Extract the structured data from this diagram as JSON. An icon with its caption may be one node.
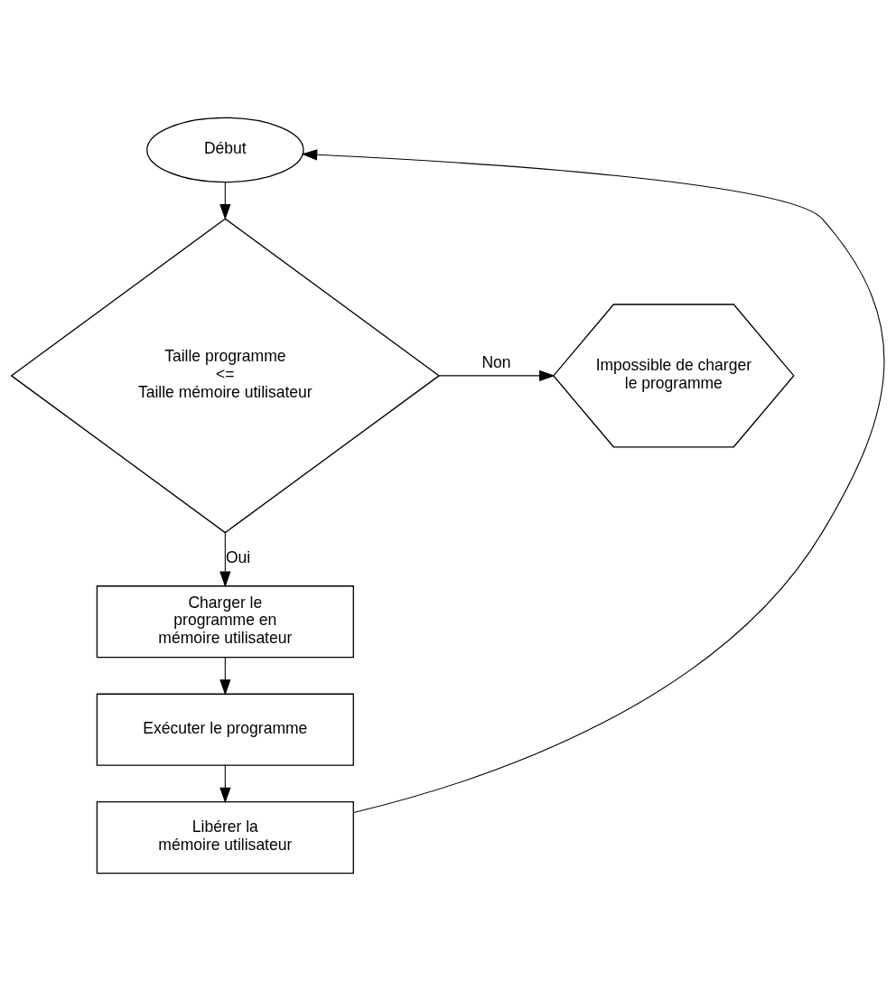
{
  "diagram": {
    "nodes": [
      {
        "text": [
          "Début"
        ]
      },
      {
        "text": [
          "Taille programme <= Taille mémoire utilisateur"
        ]
      },
      {
        "text": [
          "Impossible de charger le programme"
        ]
      },
      {
        "text": [
          "Charger le programme en mémoire utilisateur"
        ]
      },
      {
        "text": [
          "Exécuter le programme"
        ]
      },
      {
        "text": [
          "Libérer la mémoire utilisateur"
        ]
      }
    ],
    "edges": [
      {
        "from": 0,
        "to": 1,
        "arrow": "to"
      },
      {
        "from": 1,
        "to": 2,
        "arrow": "to",
        "label": "Non"
      },
      {
        "from": 1,
        "to": 3,
        "arrow": "to",
        "label": "Oui"
      },
      {
        "from": 3,
        "to": 4,
        "arrow": "to"
      },
      {
        "from": 4,
        "to": 5,
        "arrow": "to"
      },
      {
        "from": 5,
        "to": 0,
        "arrow": "to"
      }
    ]
  }
}
